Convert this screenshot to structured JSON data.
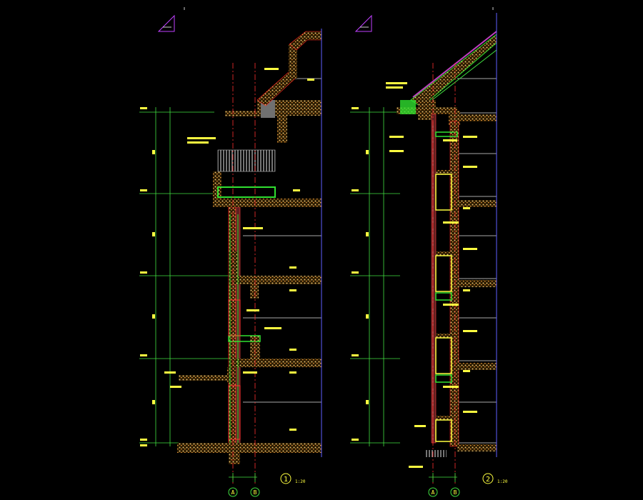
{
  "drawing": {
    "type": "architectural wall section (CAD)",
    "colors": {
      "background": "#000000",
      "wall_hatch": "#e8c070",
      "wall_outline": "#ff2020",
      "dim_line": "#40e040",
      "grid_axis": "#ff3030",
      "text": "#ffff40",
      "annotation": "#ffffff",
      "green_fill": "#30e030",
      "roof_magenta": "#c040c0",
      "sheet_line": "#6060ff"
    },
    "left_section": {
      "number": "1",
      "scale": "1:20",
      "axes": [
        "A",
        "B"
      ]
    },
    "right_section": {
      "number": "2",
      "scale": "1:20",
      "axes": [
        "A",
        "B"
      ]
    }
  }
}
